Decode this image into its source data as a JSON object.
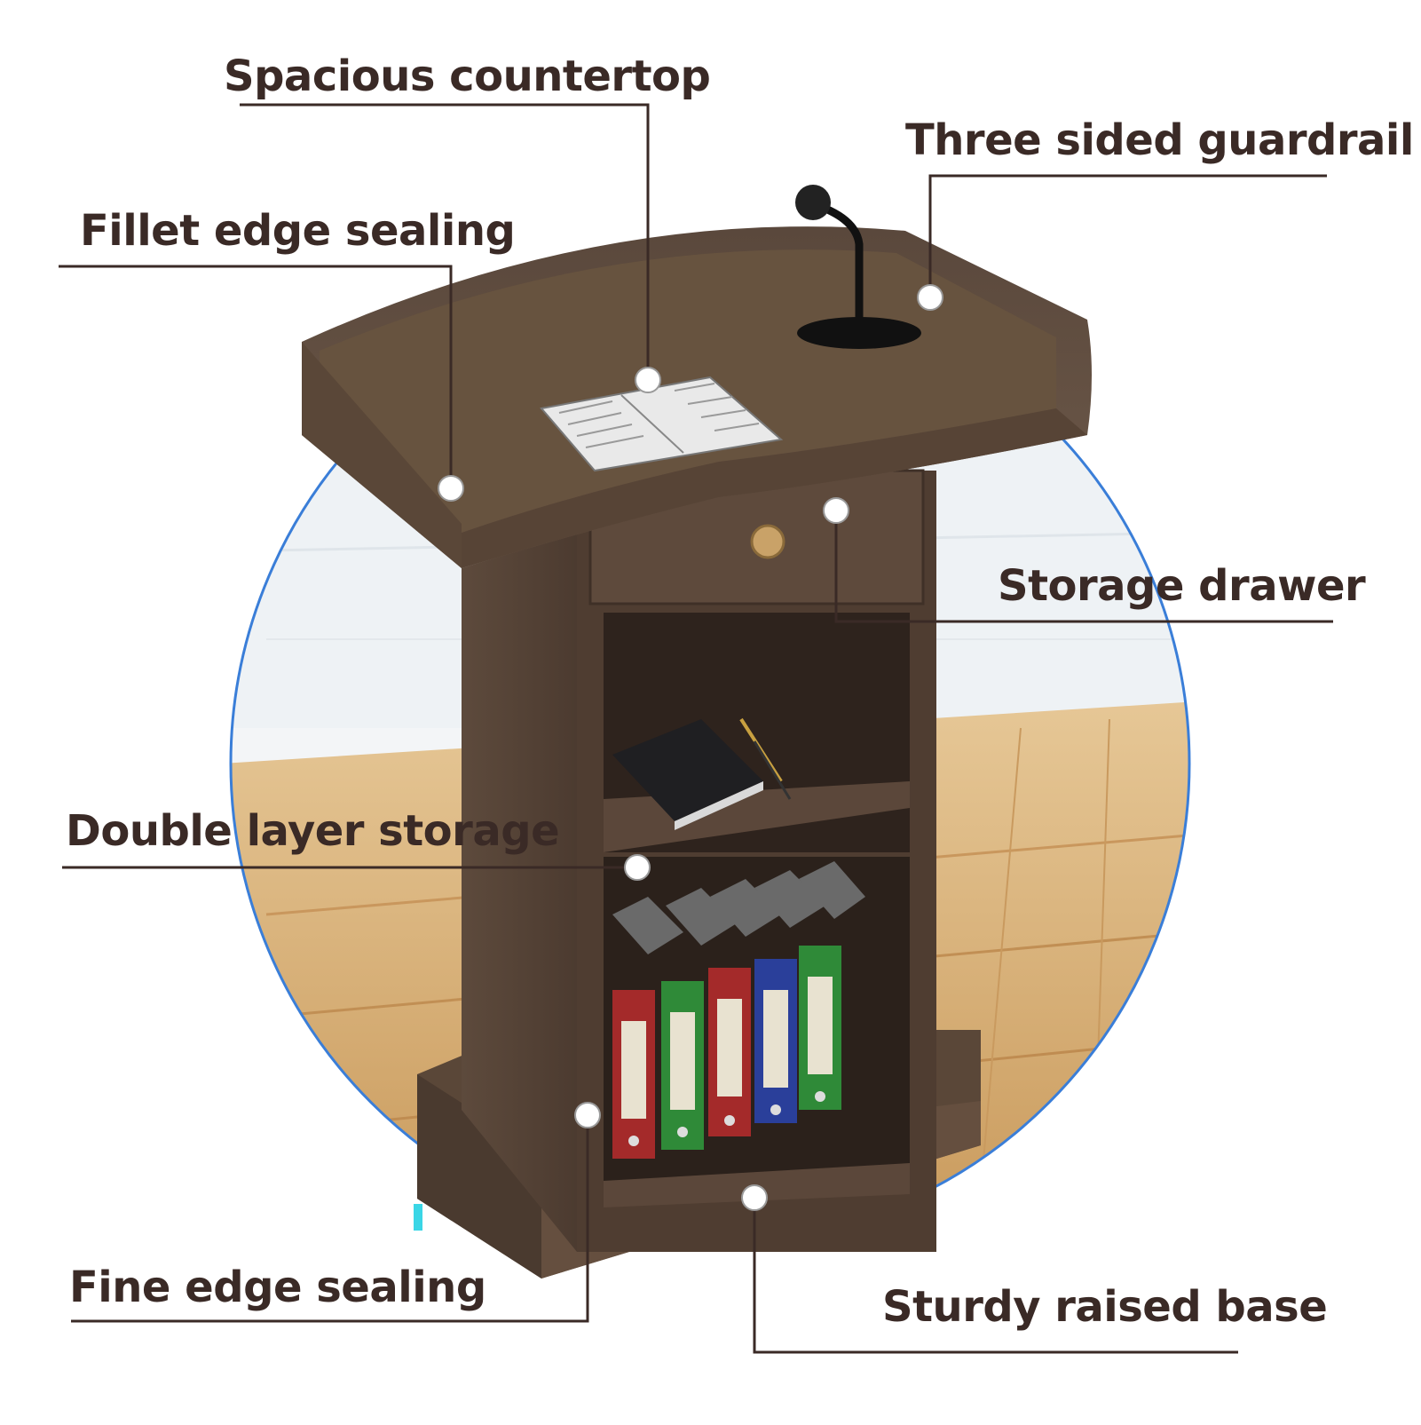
{
  "colors": {
    "label_text": "#3a2a26",
    "leader_line": "#3a2a26",
    "wood_dark": "#4a3a30",
    "wood_mid": "#5e4a3c",
    "wood_light": "#6d5848",
    "floor": "#d9b886",
    "circle_outline": "#3a7ed8",
    "binder_red": "#a42a2a",
    "binder_green": "#2f8a38",
    "binder_blue": "#2a3f9a"
  },
  "callouts": {
    "spacious_countertop": "Spacious countertop",
    "three_sided_guardrail": "Three sided guardrail",
    "fillet_edge_sealing": "Fillet edge sealing",
    "storage_drawer": "Storage drawer",
    "double_layer_storage": "Double layer storage",
    "fine_edge_sealing": "Fine edge sealing",
    "sturdy_raised_base": "Sturdy raised base"
  },
  "product": {
    "image": "podium-lectern-photo",
    "items_on_top": [
      "open-book",
      "microphone"
    ],
    "items_on_shelf": [
      "notebooks",
      "pens"
    ],
    "binders": [
      "red",
      "green",
      "red",
      "blue",
      "green"
    ]
  }
}
